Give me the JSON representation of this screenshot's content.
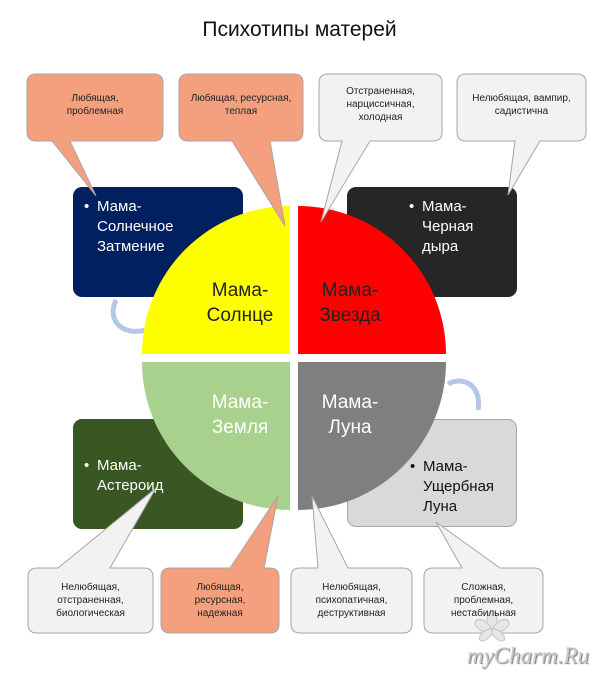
{
  "title": "Психотипы матерей",
  "quadrants": {
    "sun": {
      "label_1": "Мама-",
      "label_2": "Солнце",
      "color": "#ffff00"
    },
    "star": {
      "label_1": "Мама-",
      "label_2": "Звезда",
      "color": "#ff0000"
    },
    "earth": {
      "label_1": "Мама-",
      "label_2": "Земля",
      "color": "#a9d18e"
    },
    "moon": {
      "label_1": "Мама-",
      "label_2": "Луна",
      "color": "#7f7f7f"
    }
  },
  "outer_boxes": {
    "eclipse": {
      "bullet": "•",
      "lines": [
        "Мама-",
        "Солнечное",
        "Затмение"
      ],
      "color": "#002060"
    },
    "black_hole": {
      "bullet": "•",
      "lines": [
        "Мама-",
        "Черная",
        "дыра"
      ],
      "color": "#262626"
    },
    "asteroid": {
      "bullet": "•",
      "lines": [
        "Мама-",
        "Астероид"
      ],
      "color": "#385723"
    },
    "waning_moon": {
      "bullet": "•",
      "lines": [
        "Мама-",
        "Ущербная",
        "Луна"
      ],
      "color": "#d9d9d9"
    }
  },
  "callouts": {
    "eclipse": [
      "Любящая,",
      "проблемная"
    ],
    "sun": [
      "Любящая, ресурсная,",
      "теплая"
    ],
    "star": [
      "Отстраненная,",
      "нарциссичная,",
      "холодная"
    ],
    "black_hole": [
      "Нелюбящая, вампир,",
      "садистична"
    ],
    "asteroid": [
      "Нелюбящая,",
      "отстраненная,",
      "биологическая"
    ],
    "earth": [
      "Любящая,",
      "ресурсная,",
      "надежная"
    ],
    "moon": [
      "Нелюбящая,",
      "психопатичная,",
      "деструктивная"
    ],
    "waning_moon": [
      "Сложная,",
      "проблемная,",
      "нестабильная"
    ]
  },
  "colors": {
    "salmon": "#f4a07f",
    "pale": "#f2f2f2",
    "arrow": "#b4c7e7"
  },
  "watermark": "myCharm.Ru"
}
